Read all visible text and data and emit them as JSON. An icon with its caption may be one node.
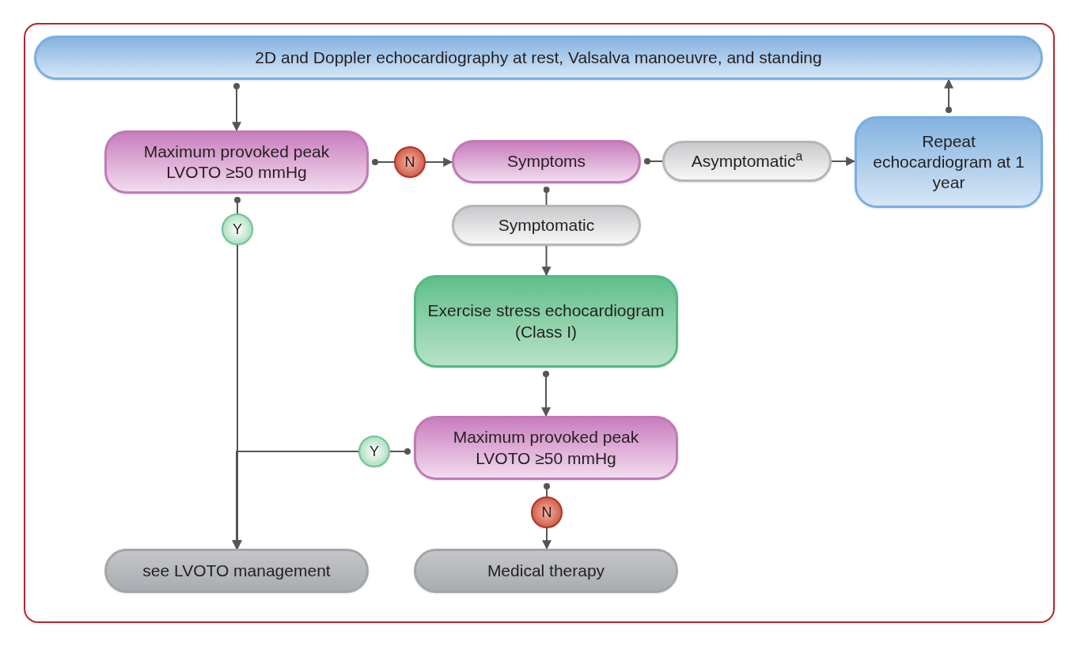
{
  "diagram": {
    "nodes": [
      {
        "text": [
          "2D and Doppler echocardiography at rest, Valsalva manoeuvre, and standing"
        ]
      },
      {
        "text": [
          "Maximum provoked peak LVOTO ≥50 mmHg"
        ]
      },
      {
        "text": [
          "N"
        ]
      },
      {
        "text": [
          "Symptoms"
        ]
      },
      {
        "text": [
          "Asymptomatic$^{a}$"
        ]
      },
      {
        "text": [
          "Repeat echocardiogram at 1 year"
        ]
      },
      {
        "text": [
          "Y"
        ]
      },
      {
        "text": [
          "Symptomatic"
        ]
      },
      {
        "text": [
          "Exercise stress echocardiogram (Class I)"
        ]
      },
      {
        "text": [
          "Maximum provoked peak LVOTO ≥50 mmHg"
        ]
      },
      {
        "text": [
          "Y"
        ]
      },
      {
        "text": [
          "N"
        ]
      },
      {
        "text": [
          "see LVOTO management"
        ]
      },
      {
        "text": [
          "Medical therapy"
        ]
      }
    ],
    "edges": [
      {
        "from": 0,
        "to": 1,
        "arrow": "to"
      },
      {
        "from": 1,
        "to": 2,
        "arrow": "other"
      },
      {
        "from": 2,
        "to": 3,
        "arrow": "to"
      },
      {
        "from": 3,
        "to": 4,
        "arrow": "other"
      },
      {
        "from": 4,
        "to": 5,
        "arrow": "to"
      },
      {
        "from": 5,
        "to": 0,
        "arrow": "to"
      },
      {
        "from": 1,
        "to": 6,
        "arrow": "other"
      },
      {
        "from": 3,
        "to": 7,
        "arrow": "other"
      },
      {
        "from": 7,
        "to": 8,
        "arrow": "to"
      },
      {
        "from": 6,
        "to": 12,
        "arrow": "to"
      },
      {
        "from": 8,
        "to": 9,
        "arrow": "to"
      },
      {
        "from": 9,
        "to": 10,
        "arrow": "other"
      },
      {
        "from": 10,
        "to": 12,
        "arrow": "to"
      },
      {
        "from": 9,
        "to": 11,
        "arrow": "other"
      },
      {
        "from": 11,
        "to": 13,
        "arrow": "to"
      }
    ]
  }
}
